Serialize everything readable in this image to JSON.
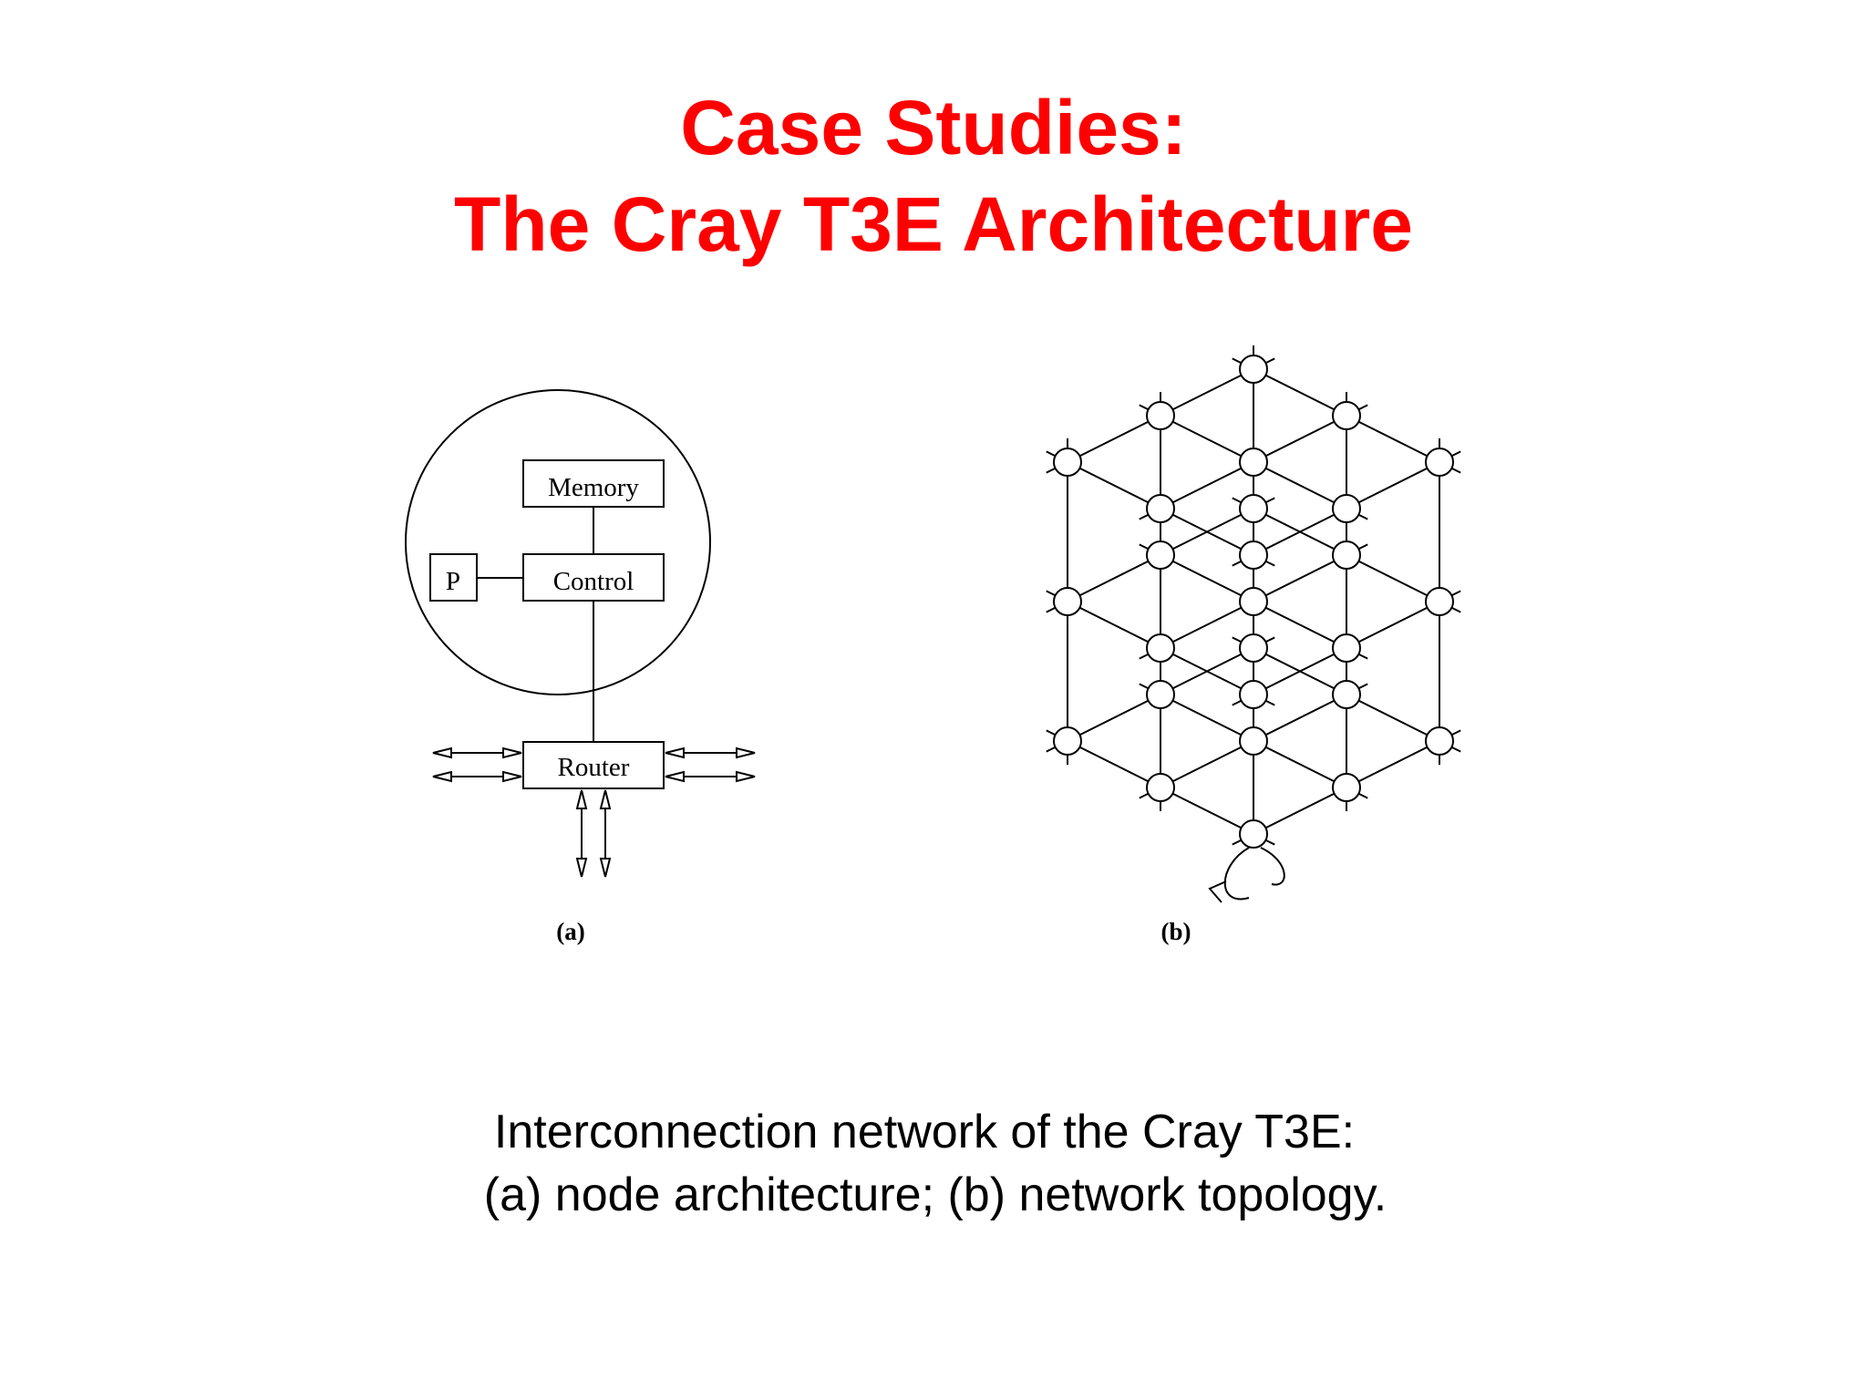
{
  "slide": {
    "title_line_1": "Case Studies:",
    "title_line_2": "The Cray T3E Architecture",
    "caption_line_1": "Interconnection network of the Cray T3E:",
    "caption_line_2": "(a) node architecture; (b) network topology."
  },
  "node_diagram": {
    "memory_label": "Memory",
    "control_label": "Control",
    "processor_label": "P",
    "router_label": "Router",
    "sublabel": "(a)"
  },
  "network_diagram": {
    "sublabel": "(b)",
    "topology": "3D torus",
    "grid_size": [
      3,
      3,
      3
    ]
  },
  "colors": {
    "title": "#ff0000",
    "caption": "#000000",
    "diagram_stroke": "#000000",
    "background": "#ffffff"
  }
}
